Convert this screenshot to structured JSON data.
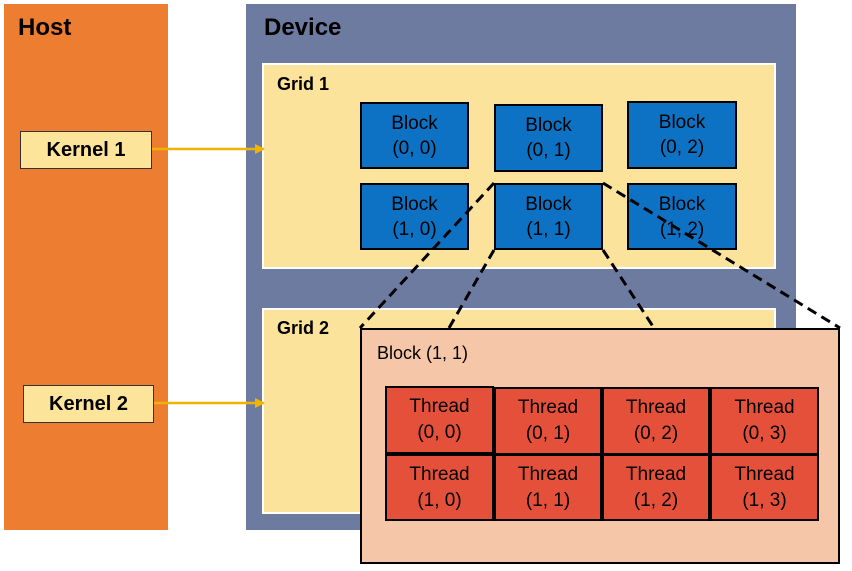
{
  "host": {
    "title": "Host"
  },
  "device": {
    "title": "Device"
  },
  "kernels": [
    {
      "label": "Kernel 1"
    },
    {
      "label": "Kernel 2"
    }
  ],
  "grid1": {
    "title": "Grid 1",
    "blocks": [
      {
        "l1": "Block",
        "l2": "(0, 0)"
      },
      {
        "l1": "Block",
        "l2": "(0, 1)"
      },
      {
        "l1": "Block",
        "l2": "(0, 2)"
      },
      {
        "l1": "Block",
        "l2": "(1, 0)"
      },
      {
        "l1": "Block",
        "l2": "(1, 1)"
      },
      {
        "l1": "Block",
        "l2": "(1, 2)"
      }
    ]
  },
  "grid2": {
    "title": "Grid 2"
  },
  "zoom": {
    "title": "Block (1, 1)",
    "threads": [
      {
        "l1": "Thread",
        "l2": "(0, 0)"
      },
      {
        "l1": "Thread",
        "l2": "(0, 1)"
      },
      {
        "l1": "Thread",
        "l2": "(0, 2)"
      },
      {
        "l1": "Thread",
        "l2": "(0, 3)"
      },
      {
        "l1": "Thread",
        "l2": "(1, 0)"
      },
      {
        "l1": "Thread",
        "l2": "(1, 1)"
      },
      {
        "l1": "Thread",
        "l2": "(1, 2)"
      },
      {
        "l1": "Thread",
        "l2": "(1, 3)"
      }
    ]
  },
  "colors": {
    "host": "#ED7D31",
    "device": "#6D7BA0",
    "grid": "#FBE39B",
    "block": "#0E72C4",
    "thread": "#E4503A",
    "zoom": "#F5C6A8",
    "arrow": "#F0B400"
  }
}
